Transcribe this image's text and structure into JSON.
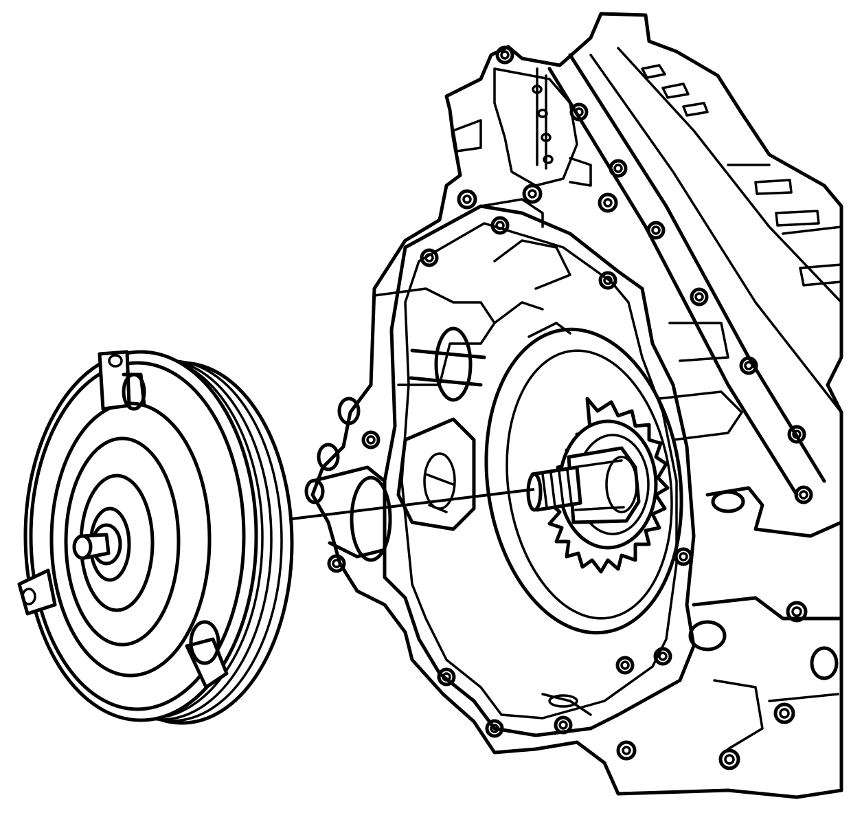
{
  "diagram": {
    "type": "exploded-assembly-line-drawing",
    "components": [
      "torque-converter",
      "transmission-case",
      "input-shaft"
    ],
    "colors": {
      "line": "#000000",
      "background": "#ffffff"
    }
  }
}
